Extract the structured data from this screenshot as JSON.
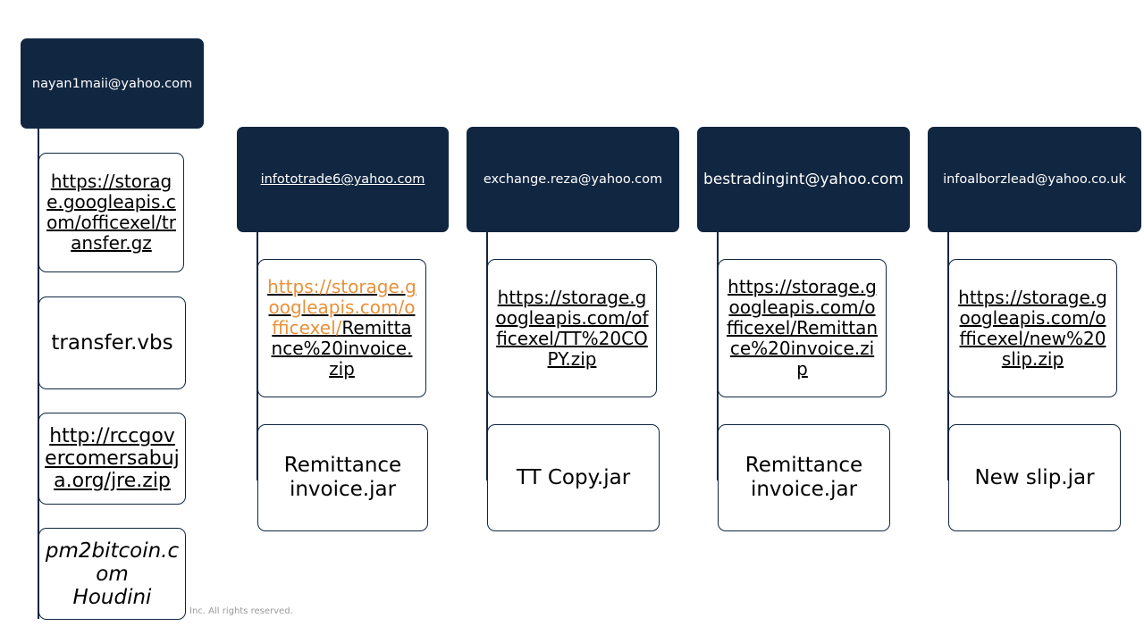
{
  "columns": [
    {
      "header": "nayan1maii@yahoo.com",
      "items": [
        "https://storage.googleapis.com/officexel/transfer.gz",
        "transfer.vbs",
        "http://rccgovercomersabuja.org/jre.zip",
        "pm2bitcoin.com",
        "Houdini"
      ]
    },
    {
      "header": "infototrade6@yahoo.com",
      "link_part1": "https://storage.googleapis.com/officexel/",
      "link_part2": "Remittance%20invoice.zip",
      "file": "Remittance invoice.jar"
    },
    {
      "header": "exchange.reza@yahoo.com",
      "link": "https://storage.googleapis.com/officexel/TT%20COPY.zip",
      "file": "TT Copy.jar"
    },
    {
      "header": "bestradingint@yahoo.com",
      "link": "https://storage.googleapis.com/officexel/Remittance%20invoice.zip",
      "file": "Remittance invoice.jar"
    },
    {
      "header": "infoalborzlead@yahoo.co.uk",
      "link": "https://storage.googleapis.com/officexel/new%20slip.zip",
      "file": "New slip.jar"
    }
  ],
  "footer": "Inc. All rights reserved.",
  "colors": {
    "header_bg": "#112641",
    "accent_link": "#E8913A"
  }
}
